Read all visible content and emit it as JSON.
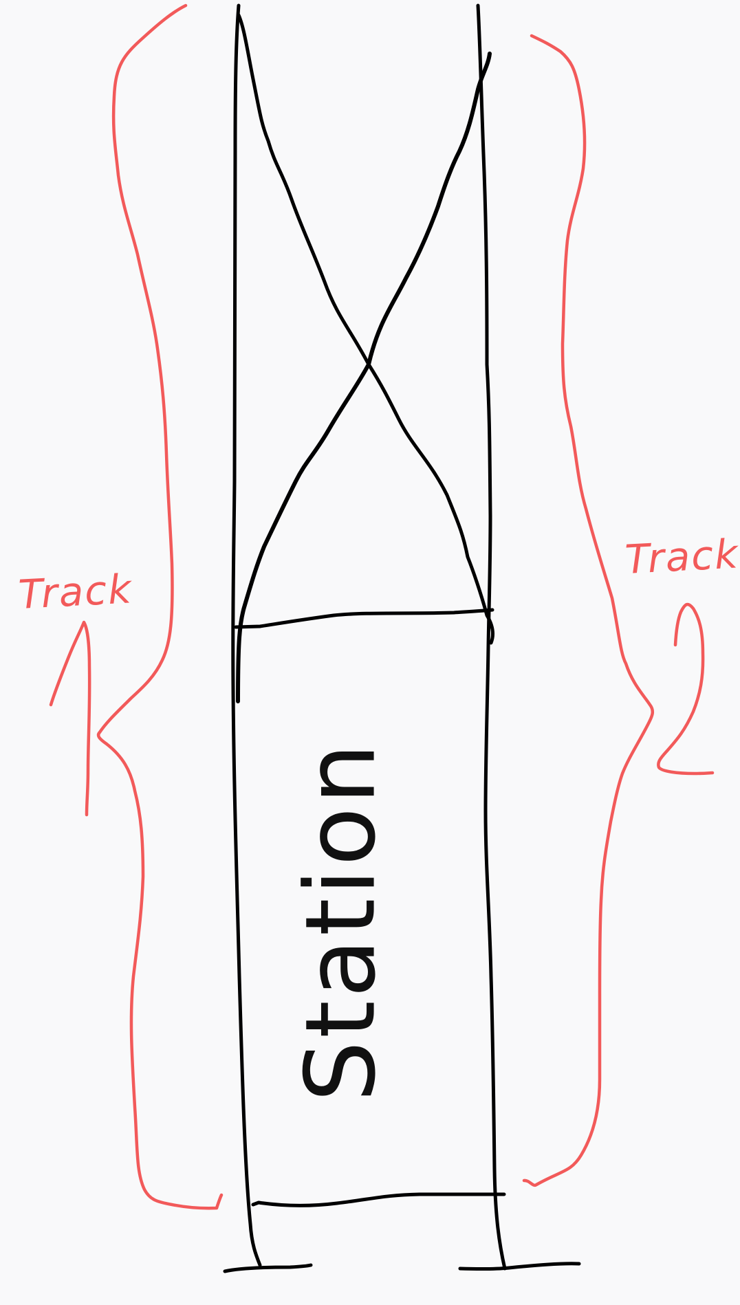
{
  "colors": {
    "background": "#f9f9fa",
    "structure_ink": "#000000",
    "annotation_ink": "#f25a5a"
  },
  "labels": {
    "left_track": "Track",
    "right_track": "Track",
    "station": "Station"
  },
  "annotations": {
    "left_number": "1",
    "right_number": "2"
  }
}
